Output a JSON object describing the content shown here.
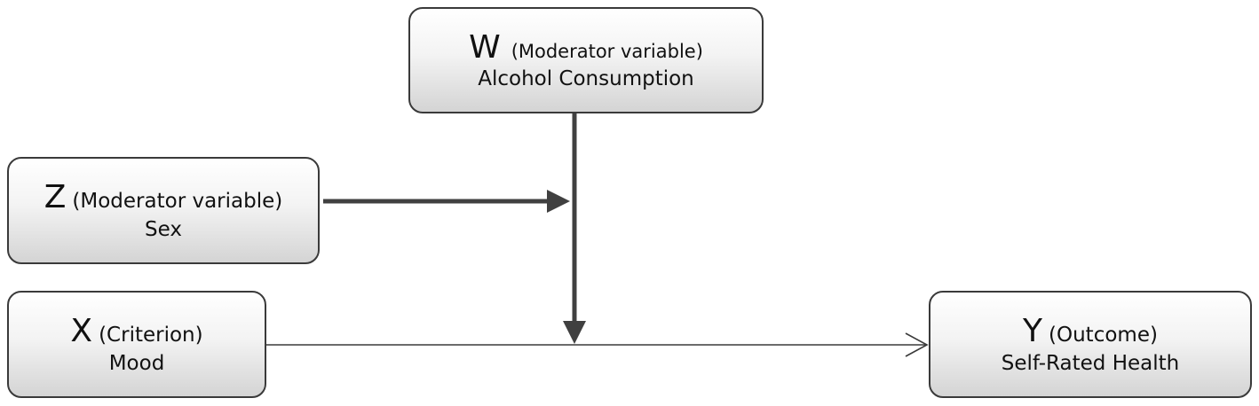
{
  "nodes": {
    "w": {
      "letter": "W",
      "role": "(Moderator variable)",
      "name": "Alcohol Consumption"
    },
    "z": {
      "letter": "Z",
      "role": "(Moderator variable)",
      "name": "Sex"
    },
    "x": {
      "letter": "X",
      "role": "(Criterion)",
      "name": "Mood"
    },
    "y": {
      "letter": "Y",
      "role": "(Outcome)",
      "name": "Self-Rated Health"
    }
  },
  "edges": [
    {
      "from": "w",
      "to": "x-y-path",
      "style": "thick"
    },
    {
      "from": "z",
      "to": "w-path",
      "style": "thick"
    },
    {
      "from": "x",
      "to": "y",
      "style": "thin"
    }
  ],
  "colors": {
    "stroke": "#3a3a3a",
    "arrow": "#404040",
    "box_top": "#ffffff",
    "box_bottom": "#d4d4d4"
  }
}
